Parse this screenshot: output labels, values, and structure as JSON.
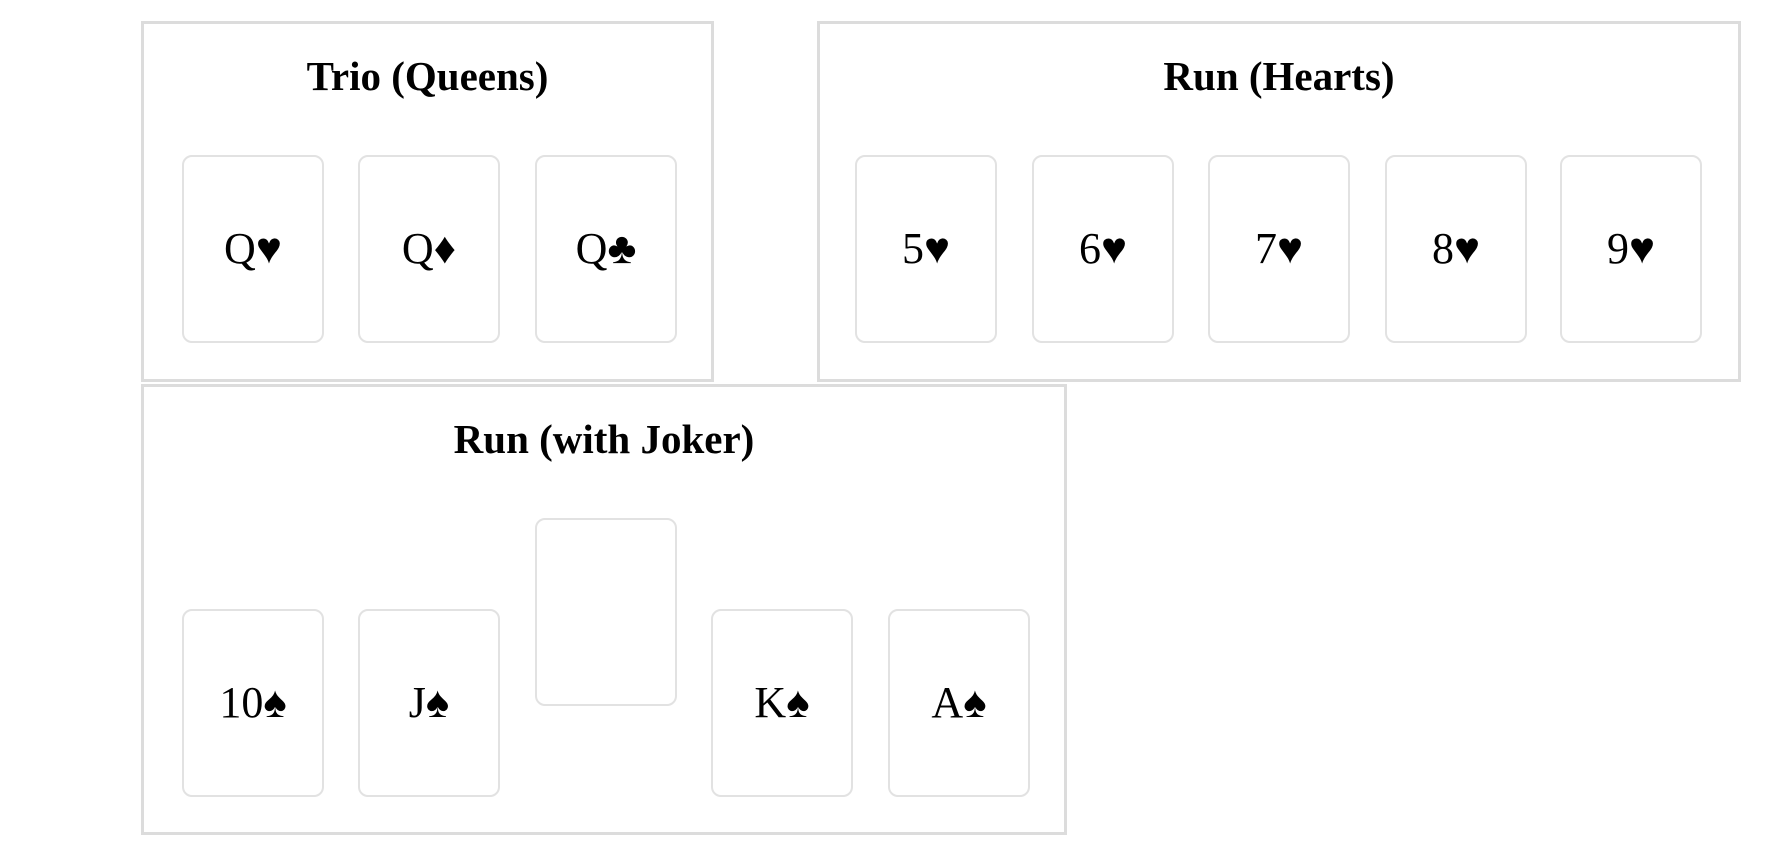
{
  "melds": [
    {
      "title": "Trio (Queens)",
      "cards": [
        "Q♥",
        "Q♦",
        "Q♣"
      ]
    },
    {
      "title": "Run (Hearts)",
      "cards": [
        "5♥",
        "6♥",
        "7♥",
        "8♥",
        "9♥"
      ]
    },
    {
      "title": "Run (with Joker)",
      "cards": [
        "10♠",
        "J♠",
        "",
        "K♠",
        "A♠"
      ]
    }
  ]
}
